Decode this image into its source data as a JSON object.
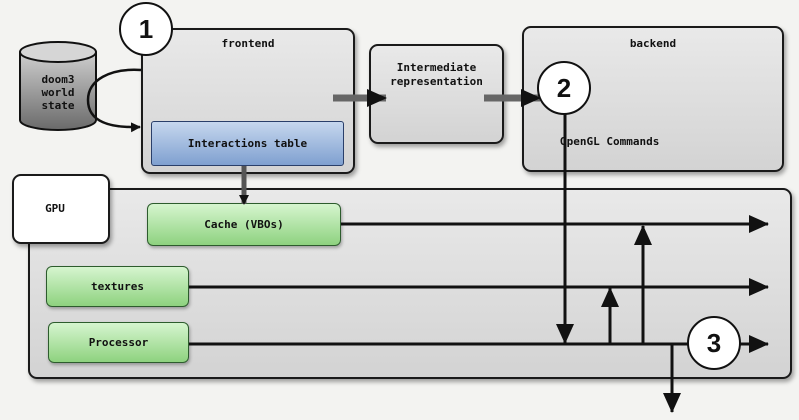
{
  "nodes": {
    "frontend": "frontend",
    "backend": "backend",
    "intermediate_line1": "Intermediate",
    "intermediate_line2": "representation",
    "world_state_line1": "doom3",
    "world_state_line2": "world",
    "world_state_line3": "state",
    "interactions_table": "Interactions table",
    "opengl_commands": "OpenGL Commands",
    "gpu": "GPU",
    "cache": "Cache (VBOs)",
    "textures": "textures",
    "processor": "Processor"
  },
  "markers": [
    "1",
    "2",
    "3"
  ]
}
